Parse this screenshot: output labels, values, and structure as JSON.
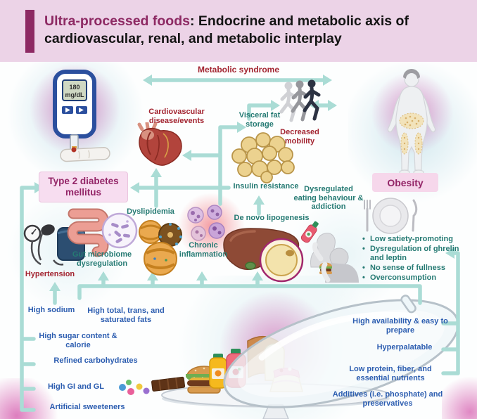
{
  "header": {
    "title_highlight": "Ultra-processed foods",
    "title_rest": ": Endocrine and metabolic axis of cardiovascular, renal, and metabolic interplay"
  },
  "nodes": {
    "metabolic_syndrome": "Metabolic syndrome",
    "cardiovascular": "Cardiovascular disease/events",
    "visceral_fat": "Visceral fat storage",
    "decreased_mobility": "Decreased mobility",
    "type2_diabetes": "Type 2 diabetes mellitus",
    "obesity": "Obesity",
    "insulin_resistance": "Insulin resistance",
    "dysregulated_eating": "Dysregulated eating behaviour & addiction",
    "dyslipidemia": "Dyslipidemia",
    "de_novo_lipogenesis": "De novo lipogenesis",
    "chronic_inflammation": "Chronic inflammation",
    "gut_microbiome": "Gut microbiome dysregulation",
    "hypertension": "Hypertension"
  },
  "glucometer": {
    "value": "180",
    "unit": "mg/dL"
  },
  "eating_effects": [
    "Low satiety-promoting",
    "Dysregulation of ghrelin and leptin",
    "No sense of fullness",
    "Overconsumption"
  ],
  "left_factors": [
    "High sodium",
    "High total, trans, and saturated fats",
    "High sugar content & calorie",
    "Refined carbohydrates",
    "High GI and GL",
    "Artificial sweeteners"
  ],
  "right_factors": [
    "High availability & easy to prepare",
    "Hyperpalatable",
    "Low protein, fiber, and essential nutrients",
    "Additives (i.e. phosphate) and preservatives"
  ],
  "colors": {
    "accent_magenta": "#8d2963",
    "teal_text": "#257a73",
    "red_text": "#a32531",
    "blue_text": "#2c5db0",
    "arrow_teal": "#aadcd5",
    "box_pink": "#f7ddf0"
  }
}
